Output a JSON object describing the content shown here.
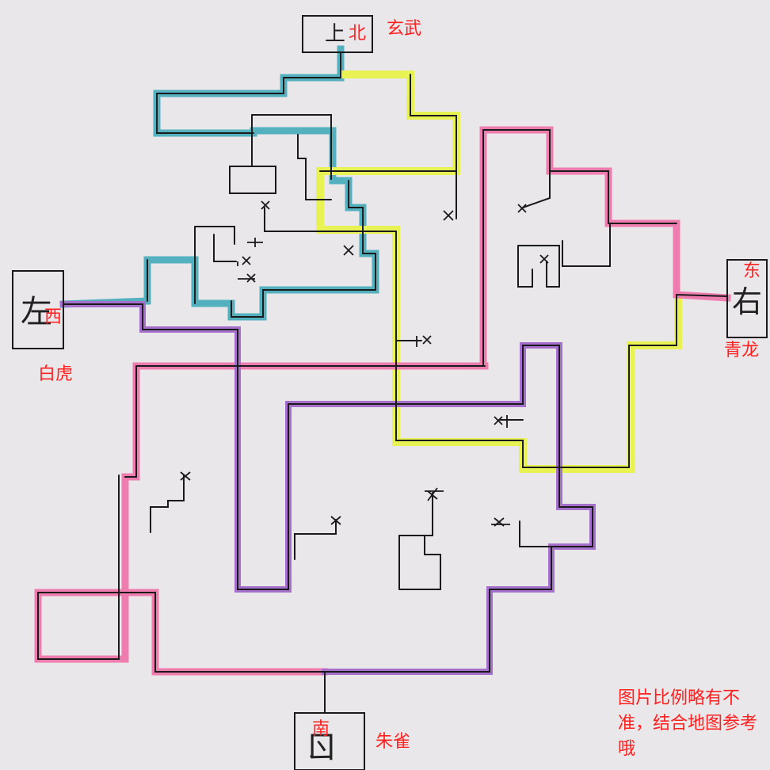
{
  "labels": {
    "north": "北",
    "north_hand": "上",
    "north_beast": "玄武",
    "east": "东",
    "east_hand": "右",
    "east_beast": "青龙",
    "west": "西",
    "west_hand": "左",
    "west_beast": "白虎",
    "south": "南",
    "south_hand": "ㄖ",
    "south_beast": "朱雀"
  },
  "note": "图片比例略有不准，结合地图参考哦",
  "colors": {
    "paper": "#e9e7e9",
    "ink": "#1a1a1a",
    "text_red": "#ff2020",
    "route_pink": "#f06aa6",
    "route_purple": "#9a5cc8",
    "route_yellow": "#e8f53a",
    "route_cyan": "#3aa8b8"
  },
  "routes": [
    "cyan",
    "yellow",
    "pink",
    "purple"
  ]
}
